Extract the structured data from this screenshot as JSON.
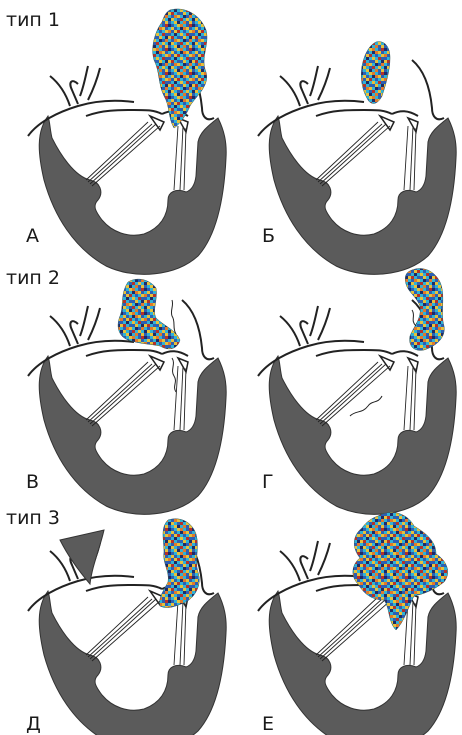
{
  "labels": {
    "type1": "тип 1",
    "type2": "тип 2",
    "type3": "тип 3"
  },
  "panels": [
    {
      "letter": "А"
    },
    {
      "letter": "Б"
    },
    {
      "letter": "В"
    },
    {
      "letter": "Г"
    },
    {
      "letter": "Д"
    },
    {
      "letter": "Е"
    }
  ],
  "colors": {
    "myocardium": "#5b5b5b",
    "outline": "#333333",
    "line": "#222222",
    "doppler_blue": "#2d5fb3",
    "doppler_cyan": "#2fb2d6",
    "doppler_yellow": "#e6c13a",
    "doppler_orange": "#e2782a",
    "doppler_red": "#b5312a",
    "doppler_dark": "#1d2b66"
  },
  "jet_mottle": [
    [
      "#1d2b66",
      "#2d5fb3",
      "#2fb2d6",
      "#e6c13a",
      "#e2782a",
      "#2fb2d6",
      "#2d5fb3",
      "#b5312a"
    ],
    [
      "#2fb2d6",
      "#e6c13a",
      "#2d5fb3",
      "#2fb2d6",
      "#1d2b66",
      "#e2782a",
      "#e6c13a",
      "#2d5fb3"
    ],
    [
      "#e2782a",
      "#2d5fb3",
      "#e6c13a",
      "#b5312a",
      "#2fb2d6",
      "#2d5fb3",
      "#2fb2d6",
      "#e6c13a"
    ],
    [
      "#2d5fb3",
      "#2fb2d6",
      "#1d2b66",
      "#2fb2d6",
      "#e6c13a",
      "#2fb2d6",
      "#b5312a",
      "#2d5fb3"
    ],
    [
      "#e6c13a",
      "#b5312a",
      "#2fb2d6",
      "#2d5fb3",
      "#2d5fb3",
      "#e6c13a",
      "#2fb2d6",
      "#1d2b66"
    ],
    [
      "#2fb2d6",
      "#2d5fb3",
      "#e2782a",
      "#e6c13a",
      "#2fb2d6",
      "#1d2b66",
      "#2d5fb3",
      "#e2782a"
    ],
    [
      "#1d2b66",
      "#e6c13a",
      "#2fb2d6",
      "#2d5fb3",
      "#b5312a",
      "#2fb2d6",
      "#e6c13a",
      "#2fb2d6"
    ],
    [
      "#2d5fb3",
      "#2fb2d6",
      "#e6c13a",
      "#1d2b66",
      "#2fb2d6",
      "#e2782a",
      "#2d5fb3",
      "#e6c13a"
    ]
  ]
}
